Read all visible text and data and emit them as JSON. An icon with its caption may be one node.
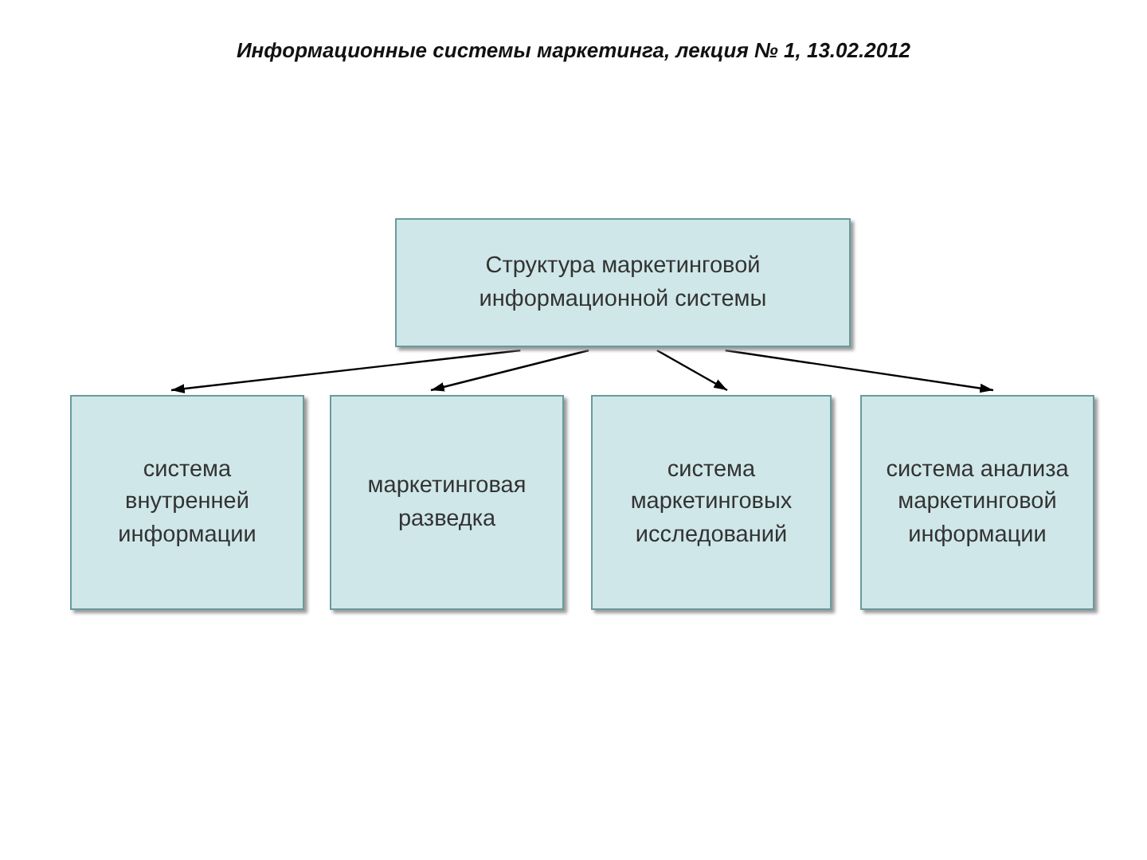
{
  "diagram": {
    "title": "Информационные системы маркетинга, лекция № 1, 13.02.2012",
    "nodes": [
      {
        "text": [
          "Структура маркетинговой информационной системы"
        ]
      },
      {
        "text": [
          "система внутренней информации"
        ]
      },
      {
        "text": [
          "маркетинговая разведка"
        ]
      },
      {
        "text": [
          "система маркетинговых исследований"
        ]
      },
      {
        "text": [
          "система анализа маркетинговой информации"
        ]
      }
    ],
    "edges": [
      {
        "from": 0,
        "to": 1,
        "arrow": "to"
      },
      {
        "from": 0,
        "to": 2,
        "arrow": "to"
      },
      {
        "from": 0,
        "to": 3,
        "arrow": "to"
      },
      {
        "from": 0,
        "to": 4,
        "arrow": "to"
      }
    ]
  }
}
